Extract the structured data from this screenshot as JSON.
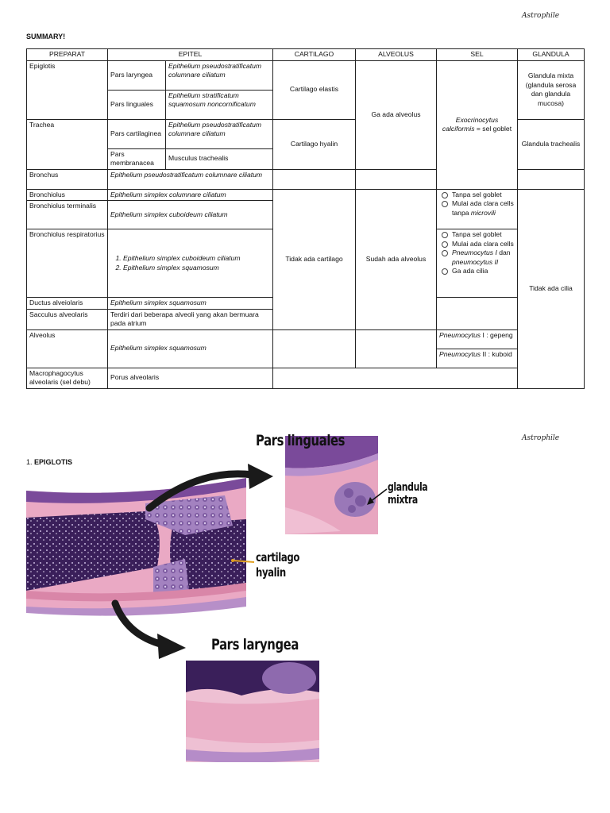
{
  "signature_top": "Astrophile",
  "signature_bottom": "Astrophile",
  "summary_title": "SUMMARY!",
  "table": {
    "headers": [
      "PREPARAT",
      "EPITEL",
      "CARTILAGO",
      "ALVEOLUS",
      "SEL",
      "GLANDULA"
    ],
    "epiglotis": "Epiglotis",
    "pars_laryngea": "Pars laryngea",
    "pars_laryngea_epitel": "Epithelium pseudostratificatum columnare ciliatum",
    "pars_linguales": "Pars linguales",
    "pars_linguales_epitel": "Epithelium stratificatum squamosum noncornificatum",
    "cartilago_elastis": "Cartilago elastis",
    "ga_ada_alveolus": "Ga ada alveolus",
    "sel_exo_italic": "Exocrinocytus calciformis",
    "sel_exo_rest": " = sel goblet",
    "glandula_mixta": "Glandula mixta (glandula serosa dan glandula mucosa)",
    "trachea": "Trachea",
    "pars_cartilaginea": "Pars cartilaginea",
    "pars_cartilaginea_epitel": "Epithelium pseudostratificatum columnare ciliatum",
    "cartilago_hyalin": "Cartilago hyalin",
    "glandula_trachealis": "Glandula trachealis",
    "pars_membranacea": "Pars membranacea",
    "musculus_trachealis": "Musculus trachealis",
    "bronchus": "Bronchus",
    "bronchus_epitel": "Epithelium pseudostratificatum columnare ciliatum",
    "bronchiolus": "Bronchiolus",
    "bronchiolus_epitel": "Epithelium simplex columnare ciliatum",
    "bronchiolus_sel": [
      "Tanpa sel goblet",
      "Mulai ada clara cells tanpa "
    ],
    "microvili": "microvili",
    "tidak_ada_cartilago": "Tidak ada cartilago",
    "sudah_ada_alveolus": "Sudah ada alveolus",
    "tidak_ada_cilia": "Tidak ada cilia",
    "bronchiolus_terminalis": "Bronchiolus terminalis",
    "bronchiolus_terminalis_epitel": "Epithelium simplex cuboideum ciliatum",
    "bronchiolus_respiratorius": "Bronchiolus respiratorius",
    "resp_epitel": [
      "Epithelium simplex cuboideum ciliatum",
      "Epithelium simplex squamosum"
    ],
    "resp_sel": {
      "a": "Tanpa sel goblet",
      "b": "Mulai ada clara cells",
      "c1": "Pneumocytus I",
      "c2": " dan ",
      "c3": "pneumocytus II",
      "d": "Ga ada cilia"
    },
    "ductus_alveolaris": "Ductus alveiolaris",
    "ductus_epitel": "Epithelium simplex squamosum",
    "sacculus_alveolaris": "Sacculus alveolaris",
    "sacculus_epitel": "Terdiri dari beberapa alveoli yang akan bermuara pada atrium",
    "alveolus": "Alveolus",
    "alveolus_epitel": "Epithelium simplex squamosum",
    "pneumo1_italic": "Pneumocytus",
    "pneumo1_rest": " I : gepeng",
    "pneumo2_italic": "Pneumocytus",
    "pneumo2_rest": " II : kuboid",
    "macrophagocytus": "Macrophagocytus alveolaris (sel debu)",
    "macrophagocytus_epitel": "Porus alveolaris"
  },
  "section": {
    "number": "1. ",
    "title": "EPIGLOTIS"
  },
  "labels": {
    "pars_linguales": "Pars linguales",
    "glandula_mixtra_1": "glandula",
    "glandula_mixtra_2": "mixtra",
    "cartilago_1": "cartilago",
    "cartilago_2": "hyalin",
    "pars_laryngea": "Pars laryngea"
  },
  "colors": {
    "tissue_pink": "#e8a6c0",
    "epithelium_purple": "#7a4a9a",
    "cartilage_dark": "#3a1f5a",
    "gland_purple": "#9a78b8",
    "arrow_black": "#1a1a1a",
    "cartilago_pointer": "#e0a020"
  }
}
